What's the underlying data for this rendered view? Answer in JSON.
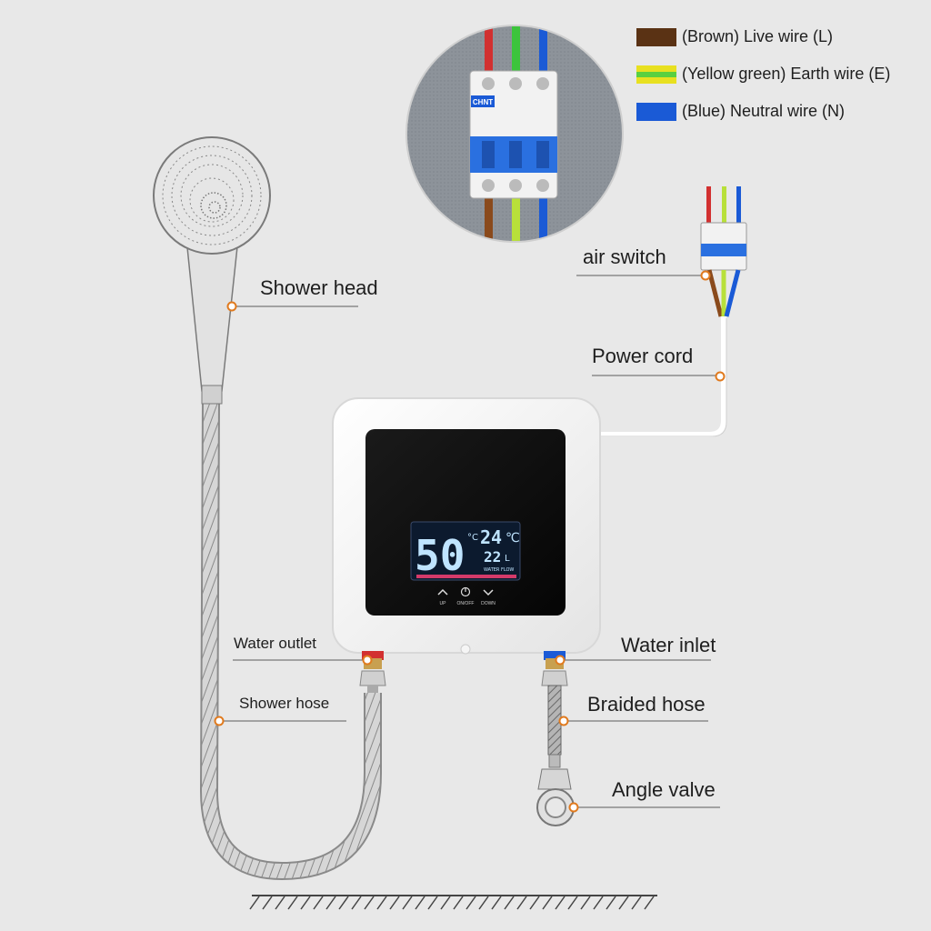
{
  "legend": [
    {
      "text": "(Brown) Live wire (L)",
      "color": "#5a3214"
    },
    {
      "text": "(Yellow green) Earth wire (E)",
      "color": "#b8e03a"
    },
    {
      "text": "(Blue) Neutral wire (N)",
      "color": "#1a5ad6"
    }
  ],
  "labels": {
    "air_switch": "air switch",
    "shower_head": "Shower head",
    "power_cord": "Power cord",
    "water_outlet": "Water outlet",
    "water_inlet": "Water inlet",
    "shower_hose": "Shower hose",
    "braided_hose": "Braided hose",
    "angle_valve": "Angle valve"
  },
  "breaker_brand": "CHNT",
  "display": {
    "temperature": "50",
    "temp_unit": "°C",
    "power": "24",
    "power_unit": "℃",
    "flow": "22",
    "flow_unit": "L",
    "flow_caption": "WATER FLOW"
  },
  "buttons": {
    "up": "UP",
    "power": "ON/OFF",
    "down": "DOWN"
  },
  "colors": {
    "leader_dot": "#e07a1e",
    "wire_brown": "#8a4a1c",
    "wire_yellow_green": "#b8e03a",
    "wire_blue": "#1a5ad6",
    "wire_red": "#d23030",
    "display_digits": "#bfe4ff"
  }
}
